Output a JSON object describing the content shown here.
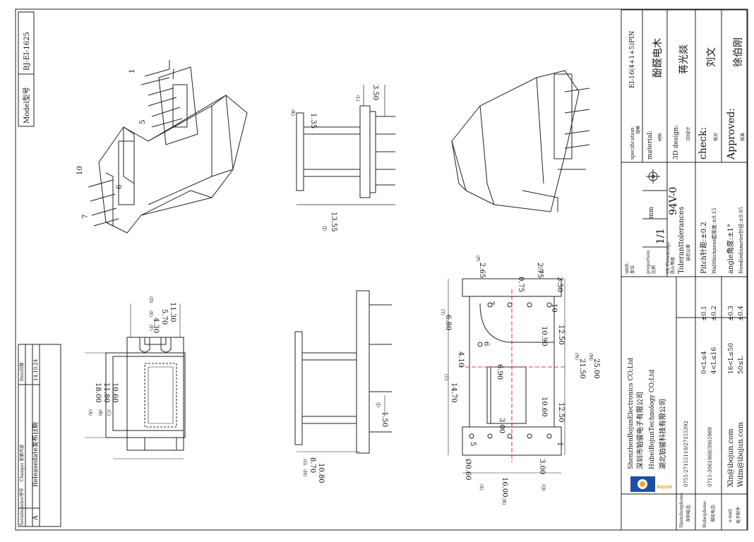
{
  "model": {
    "label": "Model型号",
    "value": "BJ-EI-1625"
  },
  "changes_table": {
    "col_serial": "Serialnumber序号",
    "col_changes": "Changes 变更内容",
    "col_date": "Date日期",
    "row_serial": "A",
    "row_change": "Releasedate发布日期",
    "row_date": "14.10.24"
  },
  "views": {
    "top": {
      "pins": [
        "1",
        "5",
        "6",
        "10",
        "7"
      ],
      "dims": {
        "d1": "1.35",
        "d2": "3.50",
        "d3": "13.55",
        "K": "(K)",
        "L": "(L)",
        "J": "(J)"
      }
    },
    "front": {
      "dims": {
        "a": "18.00",
        "b": "11.80",
        "c": "10.60",
        "e": "11.30",
        "f": "5.70",
        "g": "4.30",
        "h": "8.70",
        "i": "10.80",
        "A": "(A)",
        "B": "(B)",
        "C": "(C)",
        "D": "(D)",
        "E": "(E)",
        "F": "(F)",
        "G": "(G)",
        "H": "(H)"
      }
    },
    "side": {
      "dims": {
        "j": "1.50",
        "J": "(J)"
      }
    },
    "bottom": {
      "pins": [
        "7",
        "6",
        "5",
        "10",
        "1"
      ],
      "dims": {
        "p": "2.65",
        "q": "2.75",
        "r": "0.75",
        "s": "3.50",
        "t": "6.80",
        "u": "4.10",
        "v": "6.90",
        "w": "10.90",
        "x": "12.50",
        "y": "21.50",
        "z": "25.00",
        "aa": "14.70",
        "bb": "3.00",
        "cc": "10.60",
        "dd": "12.50",
        "ee": "3.00",
        "ff": "Ø0.60",
        "gg": "16.00",
        "P": "(P)",
        "O": "(O)",
        "T": "(T)",
        "N": "(N)",
        "M": "(M)",
        "U": "(U)",
        "Q": "(Q)",
        "S": "(S)",
        "R": "(R)"
      }
    }
  },
  "title_block": {
    "spec_label": "specification:",
    "spec_cn": "规格",
    "spec_value": "EI-16(4+1+5)PIN",
    "material_label": "material:",
    "material_cn": "材料",
    "material_value": "酚醛电木",
    "design_label": "3D design:",
    "design_cn": "3D设计",
    "design_value": "蒋光燚",
    "check_label": "check:",
    "check_cn": "核对",
    "check_value": "刘文",
    "approved_label": "Approved:",
    "approved_cn": "核准",
    "approved_value": "徐伯刚",
    "unit_label": "unit:",
    "unit_cn": "单位",
    "unit_value": "mm",
    "proportion_label": "proportion:",
    "proportion_cn": "比例",
    "proportion_value": "1/1",
    "fire_label": "UL Fireratings",
    "fire_cn": "防火等级",
    "fire_value": "94V-0",
    "tol_title": "Toleranttolerances",
    "tol_cn": "容忍公差",
    "tol_rows": [
      {
        "range": "0<L≤4",
        "value": "±0.1"
      },
      {
        "range": "4<L≤16",
        "value": "±0.2"
      },
      {
        "range": "16<L≤50",
        "value": "±0.3"
      },
      {
        "range": "50≤L",
        "value": "±0.4"
      }
    ],
    "pitch": "Pitch针距:±0.2",
    "wall": "Wallthickness壁厚度:±0.15",
    "angle": "angle角度:±1°",
    "needle": "Needlediameter针径:±0.05",
    "company_en1": "ShenzhenBojunElectronics CO;Ltd",
    "company_cn1": "深圳市铂骏电子有限公司",
    "company_en2": "HubeiBojunTechnology CO;Ltd",
    "company_cn2": "湖北铂骏科技有限公司",
    "logo_text": "BOJUN",
    "sz_phone_label": "Shenzhenphone:",
    "sz_phone_cn": "深圳电话:",
    "sz_phone": "0755-27155110/27155392",
    "hb_phone_label": "Hubeiphone:",
    "hb_phone_cn": "湖北电话:",
    "hb_phone": "0715-3061868/3065989",
    "email_label": "e-mail",
    "email_cn": "电子邮件",
    "email1": "Xln@ibojun.com",
    "email2": "Wdm@ibojun.com"
  }
}
